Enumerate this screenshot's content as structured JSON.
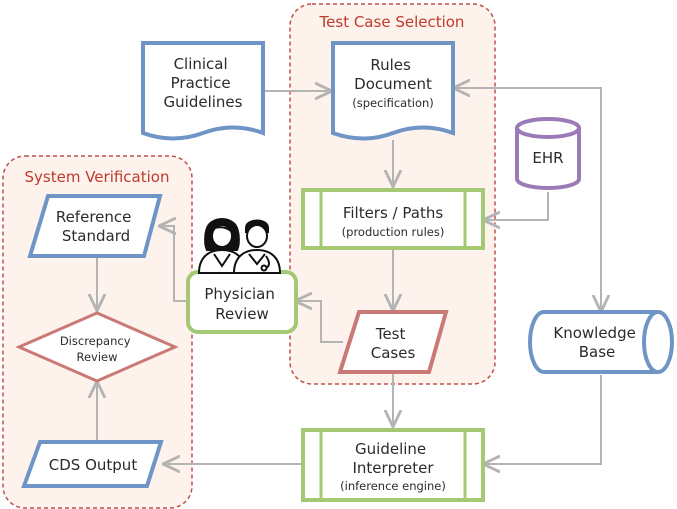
{
  "groups": {
    "test_case_selection": "Test Case Selection",
    "system_verification": "System Verification"
  },
  "nodes": {
    "clinical_practice_guidelines": [
      "Clinical",
      "Practice",
      "Guidelines"
    ],
    "rules_document": {
      "lines": [
        "Rules",
        "Document"
      ],
      "sub": "(specification)"
    },
    "ehr": "EHR",
    "filters_paths": {
      "line": "Filters / Paths",
      "sub": "(production rules)"
    },
    "test_cases": [
      "Test",
      "Cases"
    ],
    "knowledge_base": [
      "Knowledge",
      "Base"
    ],
    "physician_review": [
      "Physician",
      "Review"
    ],
    "reference_standard": [
      "Reference",
      "Standard"
    ],
    "discrepancy_review": [
      "Discrepancy",
      "Review"
    ],
    "cds_output": "CDS Output",
    "guideline_interpreter": {
      "lines": [
        "Guideline",
        "Interpreter"
      ],
      "sub": "(inference engine)"
    }
  },
  "icons": {
    "physicians": "physicians-icon"
  },
  "colors": {
    "blue": "#6f95c7",
    "green": "#a4c873",
    "red": "#c97a76",
    "purple": "#9a7bb8",
    "group_border": "#c0504d",
    "group_fill": "#fdf3ec",
    "group_title": "#c0392b",
    "arrow": "#b4b4b4"
  }
}
